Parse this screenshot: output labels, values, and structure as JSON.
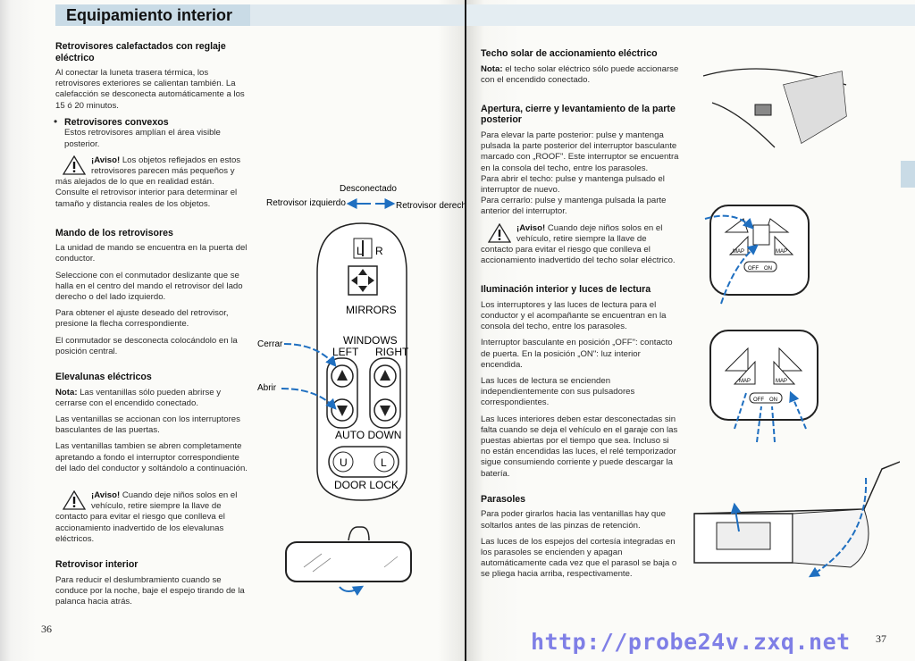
{
  "left_page": {
    "header": "Equipamiento interior",
    "page_number": "36",
    "sections": {
      "heated": {
        "title": "Retrovisores calefactados con reglaje eléctrico",
        "p1": "Al conectar la luneta trasera térmica, los retrovisores exteriores se calientan también. La calefacción se desconecta automáticamente a los 15 ó 20 minutos.",
        "bullet_title": "Retrovisores convexos",
        "bullet_text": "Estos retrovisores amplían el área visible posterior.",
        "warn_label": "¡Aviso!",
        "warn_text": "Los objetos reflejados en estos retrovisores parecen más pequeños y más alejados de lo que en realidad están. Consulte el retrovisor interior para determinar el tamaño y distancia reales de los objetos."
      },
      "control": {
        "title": "Mando de los retrovisores",
        "p1": "La unidad de mando se encuentra en la puerta del conductor.",
        "p2": "Seleccione con el conmutador deslizante que se halla en el centro del mando el retrovisor del lado derecho o del lado izquierdo.",
        "p3": "Para obtener el ajuste deseado del retrovisor, presione la flecha correspondiente.",
        "p4": "El conmutador se desconecta colocándolo en la posición central."
      },
      "windows": {
        "title": "Elevalunas eléctricos",
        "note_label": "Nota:",
        "note_text": "Las ventanillas sólo pueden abrirse y cerrarse con el encendido conectado.",
        "p1": "Las ventanillas se accionan con los interruptores basculantes de las puertas.",
        "p2": "Las ventanillas tambien se abren completamente apretando a fondo el interruptor correspondiente del lado del conductor y soltándolo a continuación.",
        "warn_label": "¡Aviso!",
        "warn_text": "Cuando deje niños solos en el vehículo, retire siempre la llave de contacto para evitar el riesgo que conlleva el accionamiento inadvertido de los elevalunas eléctricos."
      },
      "interior_mirror": {
        "title": "Retrovisor interior",
        "p1": "Para reducir el deslumbramiento cuando se conduce por la noche, baje el espejo tirando de la palanca hacia atrás."
      }
    },
    "diagram": {
      "off": "Desconectado",
      "left_mirror": "Retrovisor izquierdo",
      "right_mirror": "Retrovisor derecho",
      "l": "L",
      "r": "R",
      "mirrors": "MIRRORS",
      "windows": "WINDOWS",
      "left": "LEFT",
      "right": "RIGHT",
      "close": "Cerrar",
      "open": "Abrir",
      "auto_down": "AUTO DOWN",
      "u": "U",
      "l2": "L",
      "door_lock": "DOOR LOCK"
    }
  },
  "right_page": {
    "page_number": "37",
    "sections": {
      "sunroof": {
        "title": "Techo solar de accionamiento eléctrico",
        "note_label": "Nota:",
        "note_text": "el techo solar eléctrico sólo puede accionarse con el encendido conectado."
      },
      "opening": {
        "title": "Apertura, cierre y levantamiento de la parte posterior",
        "p1": "Para elevar la parte posterior: pulse y mantenga pulsada la parte posterior del interruptor basculante marcado con „ROOF\". Este interruptor se encuentra en la consola del techo, entre los parasoles.",
        "p2": "Para abrir el techo: pulse y mantenga pulsado el interruptor de nuevo.",
        "p3": "Para cerrarlo: pulse y mantenga pulsada la parte anterior del interruptor.",
        "warn_label": "¡Aviso!",
        "warn_text": "Cuando deje niños solos en el vehículo, retire siempre la llave de contacto para evitar el riesgo que conlleva el accionamiento inadvertido del techo solar eléctrico."
      },
      "lighting": {
        "title": "Iluminación interior y luces de lectura",
        "p1": "Los interruptores y las luces de lectura para el conductor y el acompañante se encuentran en la consola del techo, entre los parasoles.",
        "p2": "Interruptor basculante en posición „OFF\": contacto de puerta. En la posición „ON\": luz interior encendida.",
        "p3": "Las luces de lectura se encienden independientemente con sus pulsadores correspondientes.",
        "p4": "Las luces interiores deben estar desconectadas sin falta cuando se deja el vehículo en el garaje con las puestas abiertas por el tiempo que sea. Incluso si no están encendidas las luces, el relé temporizador sigue consumiendo corriente y puede descargar la batería."
      },
      "visors": {
        "title": "Parasoles",
        "p1": "Para poder girarlos hacia las ventanillas hay que soltarlos antes de las pinzas de retención.",
        "p2": "Las luces de los espejos del cortesía integradas en los parasoles se encienden y apagan automáticamente cada vez que el parasol se baja o se pliega hacia arriba, respectivamente."
      }
    },
    "console": {
      "map_left": "MAP",
      "map_right": "MAP",
      "off": "OFF",
      "on": "ON"
    }
  },
  "watermark": "http://probe24v.zxq.net",
  "colors": {
    "header_bg": "#c9dbe6",
    "arrow_blue": "#1f6fc0",
    "watermark": "#7f7fe6"
  }
}
